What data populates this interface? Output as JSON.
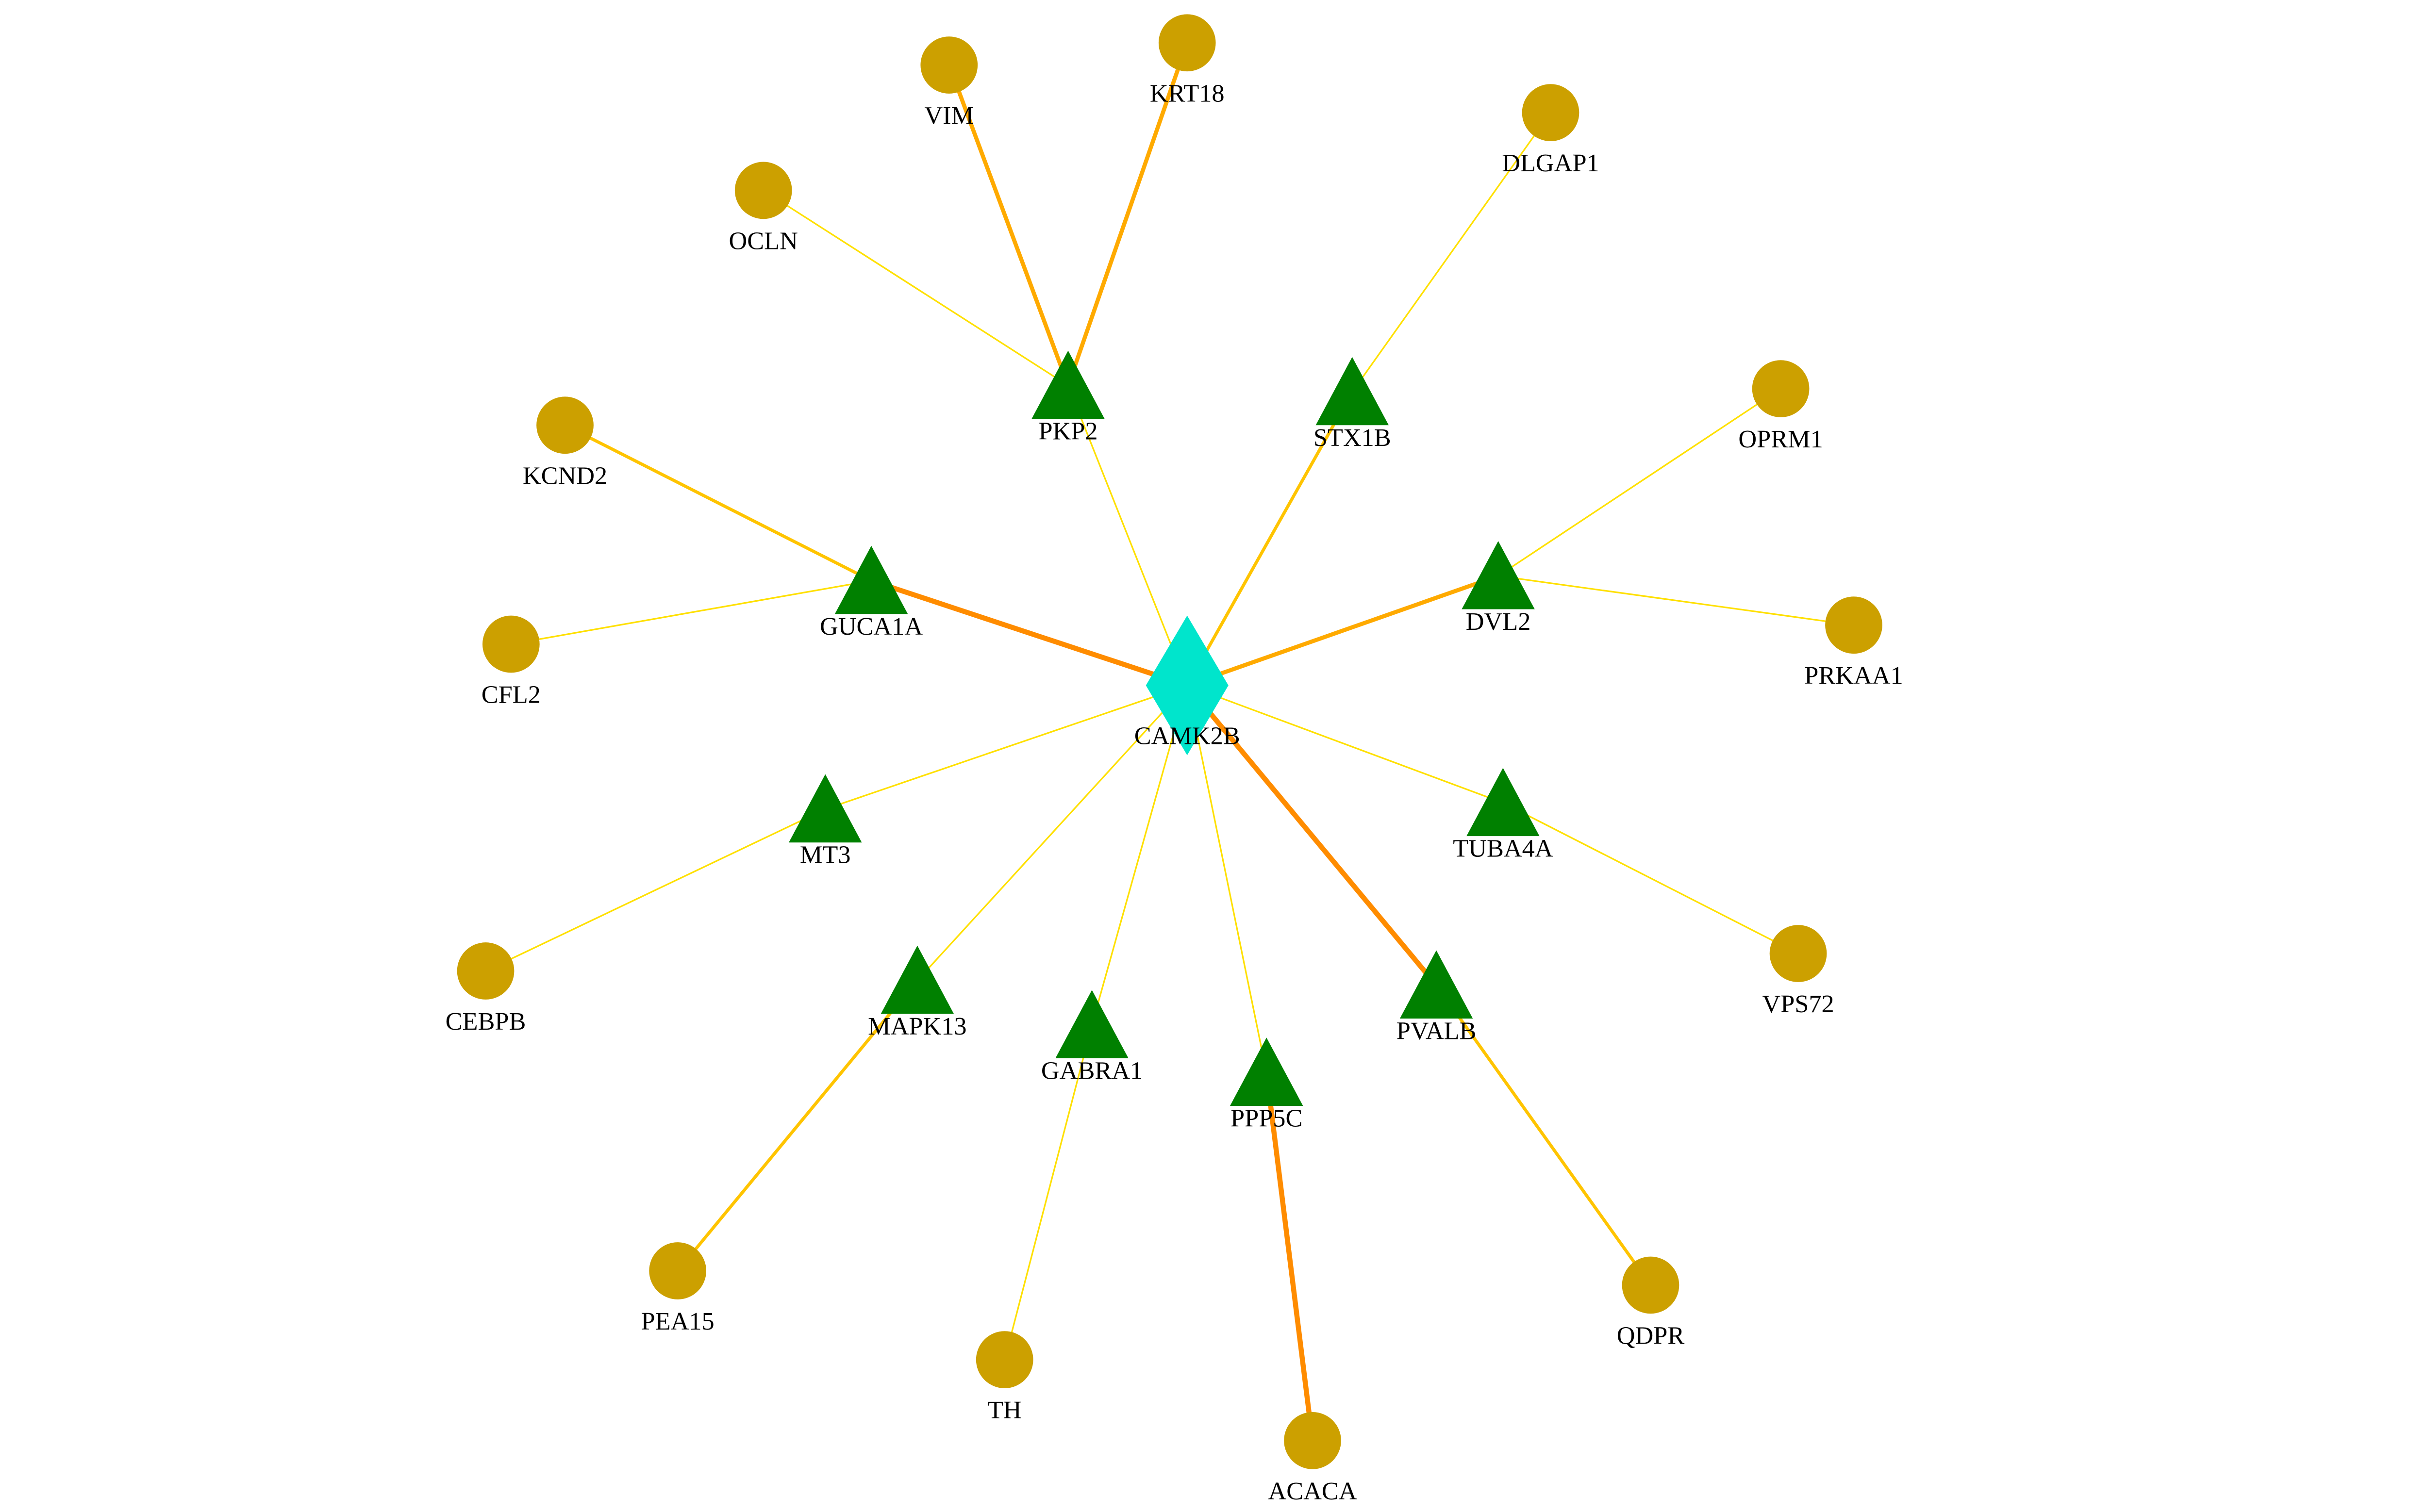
{
  "colors": {
    "hub": "#00E5CC",
    "triangle": "#008000",
    "circle": "#CCA000",
    "edge_levels": {
      "1": "#FFE000",
      "2": "#FFC400",
      "3": "#FFAA00",
      "4": "#FF8C00"
    }
  },
  "nodes": [
    {
      "id": "CAMK2B",
      "shape": "diamond"
    },
    {
      "id": "PKP2",
      "shape": "triangle"
    },
    {
      "id": "STX1B",
      "shape": "triangle"
    },
    {
      "id": "GUCA1A",
      "shape": "triangle"
    },
    {
      "id": "DVL2",
      "shape": "triangle"
    },
    {
      "id": "MT3",
      "shape": "triangle"
    },
    {
      "id": "TUBA4A",
      "shape": "triangle"
    },
    {
      "id": "MAPK13",
      "shape": "triangle"
    },
    {
      "id": "GABRA1",
      "shape": "triangle"
    },
    {
      "id": "PPP5C",
      "shape": "triangle"
    },
    {
      "id": "PVALB",
      "shape": "triangle"
    },
    {
      "id": "VIM",
      "shape": "circle"
    },
    {
      "id": "KRT18",
      "shape": "circle"
    },
    {
      "id": "OCLN",
      "shape": "circle"
    },
    {
      "id": "DLGAP1",
      "shape": "circle"
    },
    {
      "id": "KCND2",
      "shape": "circle"
    },
    {
      "id": "OPRM1",
      "shape": "circle"
    },
    {
      "id": "CFL2",
      "shape": "circle"
    },
    {
      "id": "PRKAA1",
      "shape": "circle"
    },
    {
      "id": "CEBPB",
      "shape": "circle"
    },
    {
      "id": "VPS72",
      "shape": "circle"
    },
    {
      "id": "PEA15",
      "shape": "circle"
    },
    {
      "id": "TH",
      "shape": "circle"
    },
    {
      "id": "ACACA",
      "shape": "circle"
    },
    {
      "id": "QDPR",
      "shape": "circle"
    }
  ],
  "edges": [
    {
      "source": "CAMK2B",
      "target": "PKP2",
      "weight": 1
    },
    {
      "source": "CAMK2B",
      "target": "STX1B",
      "weight": 2
    },
    {
      "source": "CAMK2B",
      "target": "GUCA1A",
      "weight": 4
    },
    {
      "source": "CAMK2B",
      "target": "DVL2",
      "weight": 3
    },
    {
      "source": "CAMK2B",
      "target": "MT3",
      "weight": 1
    },
    {
      "source": "CAMK2B",
      "target": "TUBA4A",
      "weight": 1
    },
    {
      "source": "CAMK2B",
      "target": "MAPK13",
      "weight": 1
    },
    {
      "source": "CAMK2B",
      "target": "GABRA1",
      "weight": 1
    },
    {
      "source": "CAMK2B",
      "target": "PPP5C",
      "weight": 1
    },
    {
      "source": "CAMK2B",
      "target": "PVALB",
      "weight": 4
    },
    {
      "source": "PKP2",
      "target": "VIM",
      "weight": 3
    },
    {
      "source": "PKP2",
      "target": "KRT18",
      "weight": 3
    },
    {
      "source": "PKP2",
      "target": "OCLN",
      "weight": 1
    },
    {
      "source": "STX1B",
      "target": "DLGAP1",
      "weight": 1
    },
    {
      "source": "GUCA1A",
      "target": "KCND2",
      "weight": 2
    },
    {
      "source": "GUCA1A",
      "target": "CFL2",
      "weight": 1
    },
    {
      "source": "DVL2",
      "target": "OPRM1",
      "weight": 1
    },
    {
      "source": "DVL2",
      "target": "PRKAA1",
      "weight": 1
    },
    {
      "source": "MT3",
      "target": "CEBPB",
      "weight": 1
    },
    {
      "source": "TUBA4A",
      "target": "VPS72",
      "weight": 1
    },
    {
      "source": "MAPK13",
      "target": "PEA15",
      "weight": 2
    },
    {
      "source": "GABRA1",
      "target": "TH",
      "weight": 1
    },
    {
      "source": "PPP5C",
      "target": "ACACA",
      "weight": 4
    },
    {
      "source": "PVALB",
      "target": "QDPR",
      "weight": 2
    }
  ]
}
